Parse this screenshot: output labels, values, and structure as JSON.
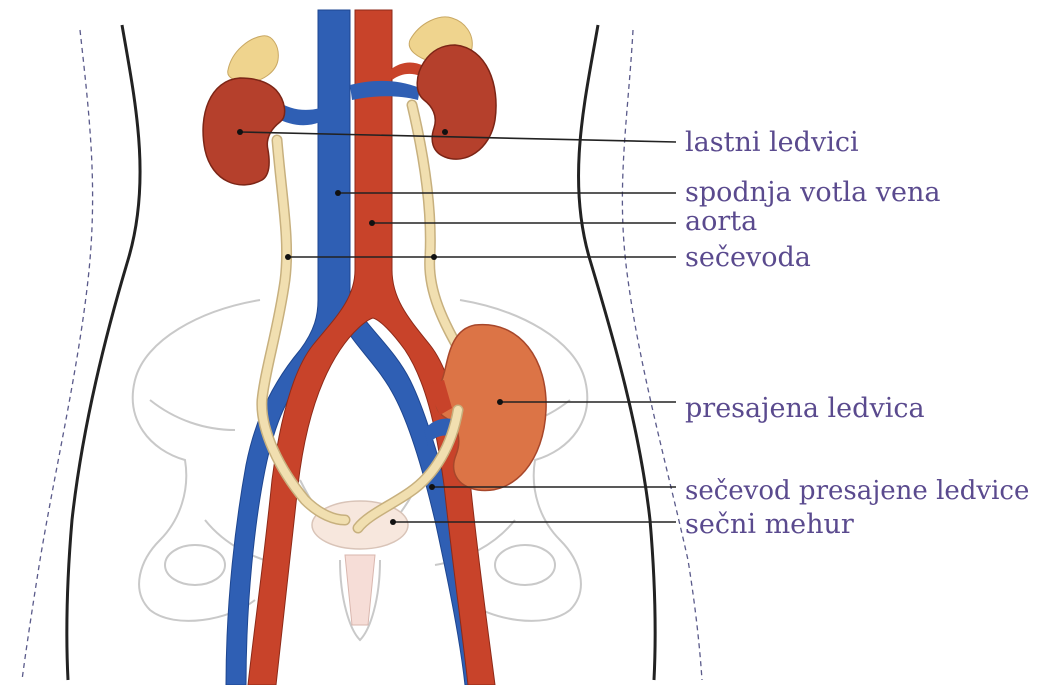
{
  "colors": {
    "label_text": "#5a4a8e",
    "vein": "#2f5fb4",
    "artery": "#c8432a",
    "ureter": "#f1dfb0",
    "kidney": "#b5402c",
    "transplanted_kidney": "#dc7446",
    "adrenal": "#efd48e",
    "bladder": "#f7e7dd",
    "body_outline": "#222222",
    "pelvis_outline": "#c9c9c9"
  },
  "labels": {
    "own_kidneys": "lastni ledvici",
    "inferior_vena_cava": "spodnja votla vena",
    "aorta": "aorta",
    "ureter": "sečevoda",
    "transplanted_kidney": "presajena ledvica",
    "transplanted_ureter": "sečevod presajene ledvice",
    "bladder": "sečni mehur"
  }
}
